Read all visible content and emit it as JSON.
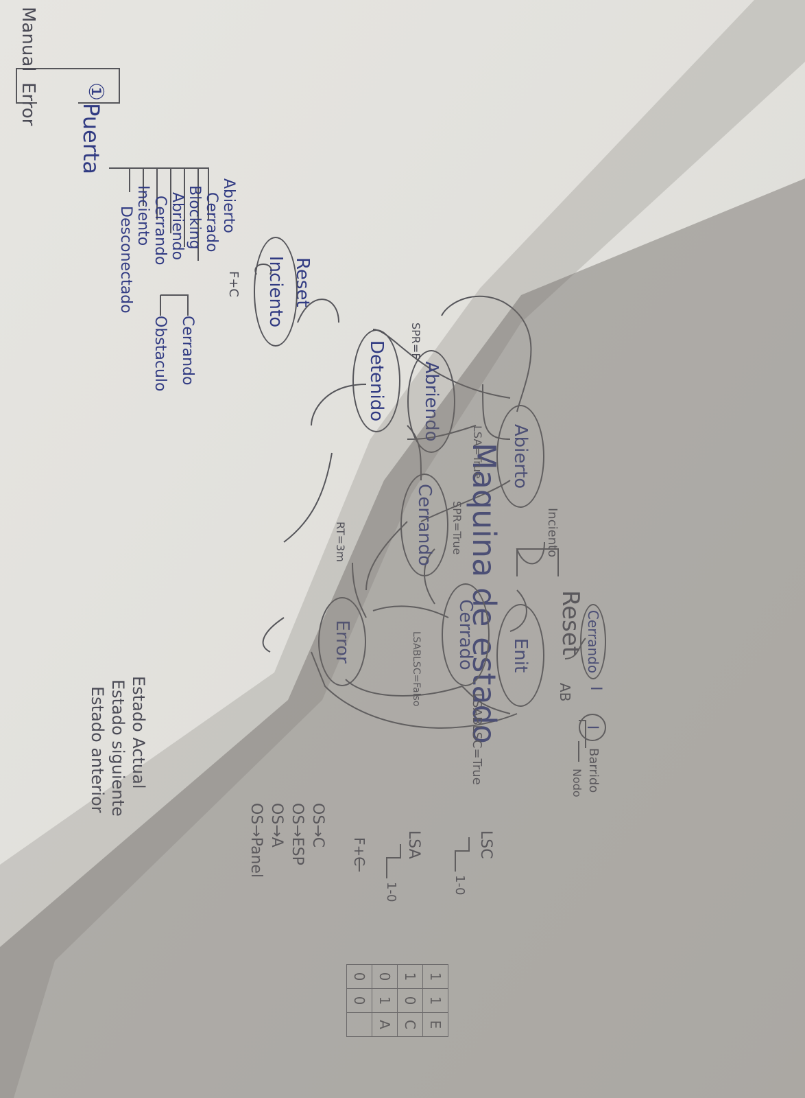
{
  "title": "Maquina de estado",
  "colors": {
    "paper": "#e2e1dc",
    "ink_blue": "#303a82",
    "ink_gray": "#4a4a55",
    "shadow": "#8d8a85"
  },
  "tree": {
    "root": "Puerta",
    "root_marker": "①",
    "top_branch": [
      "Manual",
      "Error"
    ],
    "children": [
      "Abierto",
      "Cerrado",
      "Blocking",
      "Abriendo",
      "Cerrando",
      "Inciento",
      "Desconectado"
    ],
    "blocking_children": [
      "Cerrando",
      "Obstaculo"
    ]
  },
  "reset_box": {
    "label": "Reset",
    "node": "Inciento",
    "loop": "F+C"
  },
  "reset_tree": {
    "label": "Reset",
    "left": "Inciento",
    "right_top": "Cerrando",
    "right_top_suffix": "I",
    "right_mid": "AB",
    "right_circle": "I",
    "right_circle_children": [
      "Barrido",
      "Nodo"
    ]
  },
  "states": {
    "abierto": "Abierto",
    "abriendo": "Abriendo",
    "detenido": "Detenido",
    "cerrando": "Cerrando",
    "cerrado": "Cerrado",
    "init": "Enit",
    "error": "Error"
  },
  "transitions": {
    "spr_false": "SPR=F",
    "lsa_true": "LSA=True",
    "spr_true": "SPR=True",
    "rt": "RT=3m",
    "lsa_false": "LSABLSC=Falso",
    "lsa_true_long": "LSABLSC=True"
  },
  "right_notes": {
    "lsc": "LSC",
    "lsc_branch": "1-0",
    "lsa": "LSA",
    "lsa_branch": "1-0",
    "fc": "F+C"
  },
  "legend": [
    "Estado anterior",
    "Estado siguiente",
    "Estado Actual"
  ],
  "os_lines": [
    "OS→C",
    "OS→ESP",
    "OS→A",
    "OS→Panel"
  ],
  "truth_table": [
    [
      "1",
      "1",
      "E"
    ],
    [
      "1",
      "0",
      "C"
    ],
    [
      "0",
      "1",
      "A"
    ],
    [
      "0",
      "0",
      ""
    ]
  ]
}
